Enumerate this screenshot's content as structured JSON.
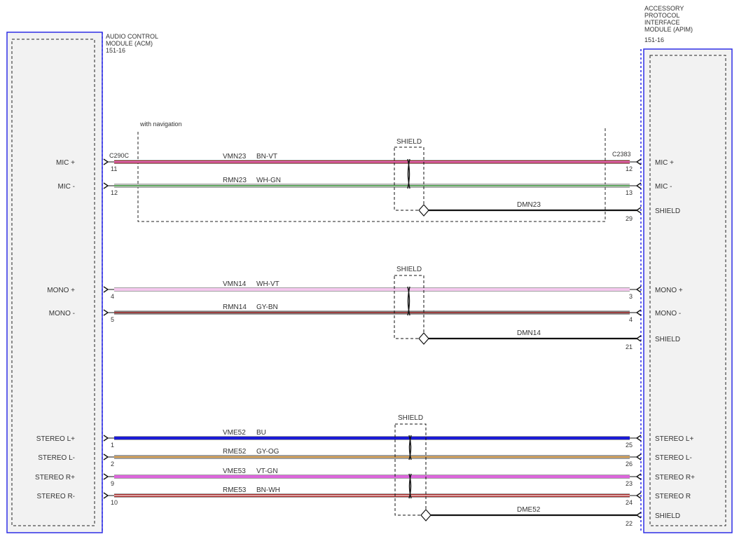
{
  "modules": {
    "left": {
      "lines": [
        "AUDIO CONTROL",
        "MODULE (ACM)",
        "151-16"
      ]
    },
    "right": {
      "lines": [
        "ACCESSORY",
        "PROTOCOL",
        "INTERFACE",
        "MODULE (APIM)",
        "151-16"
      ]
    }
  },
  "connectors": {
    "left": "C290C",
    "right": "C2383"
  },
  "navigation_note": "with navigation",
  "shield_label": "SHIELD",
  "groups": [
    {
      "id": "mic",
      "wires": [
        {
          "left_label": "MIC +",
          "left_pin": "11",
          "circuit": "VMN23",
          "color_code": "BN-VT",
          "right_pin": "12",
          "right_label": "MIC +",
          "colors": [
            "#a52a2a",
            "#ee82ee"
          ]
        },
        {
          "left_label": "MIC -",
          "left_pin": "12",
          "circuit": "RMN23",
          "color_code": "WH-GN",
          "right_pin": "13",
          "right_label": "MIC -",
          "colors": [
            "#cccccc",
            "#3a9a3a"
          ]
        }
      ],
      "drain": {
        "circuit": "DMN23",
        "right_pin": "29",
        "right_label": "SHIELD"
      }
    },
    {
      "id": "mono",
      "wires": [
        {
          "left_label": "MONO +",
          "left_pin": "4",
          "circuit": "VMN14",
          "color_code": "WH-VT",
          "right_pin": "3",
          "right_label": "MONO +",
          "colors": [
            "#f4c8ee",
            "#f4c8ee"
          ]
        },
        {
          "left_label": "MONO -",
          "left_pin": "5",
          "circuit": "RMN14",
          "color_code": "GY-BN",
          "right_pin": "4",
          "right_label": "MONO -",
          "colors": [
            "#808080",
            "#a52a2a"
          ]
        }
      ],
      "drain": {
        "circuit": "DMN14",
        "right_pin": "21",
        "right_label": "SHIELD"
      }
    },
    {
      "id": "stereo",
      "wires": [
        {
          "left_label": "STEREO L+",
          "left_pin": "1",
          "circuit": "VME52",
          "color_code": "BU",
          "right_pin": "25",
          "right_label": "STEREO L+",
          "colors": [
            "#1a1ad6",
            "#1a1ad6"
          ]
        },
        {
          "left_label": "STEREO L-",
          "left_pin": "2",
          "circuit": "RME52",
          "color_code": "GY-OG",
          "right_pin": "26",
          "right_label": "STEREO L-",
          "colors": [
            "#999999",
            "#f0a030"
          ]
        },
        {
          "left_label": "STEREO R+",
          "left_pin": "9",
          "circuit": "VME53",
          "color_code": "VT-GN",
          "right_pin": "23",
          "right_label": "STEREO R+",
          "colors": [
            "#dd66dd",
            "#dd66dd"
          ]
        },
        {
          "left_label": "STEREO R-",
          "left_pin": "10",
          "circuit": "RME53",
          "color_code": "BN-WH",
          "right_pin": "24",
          "right_label": "STEREO R",
          "colors": [
            "#a52a2a",
            "#f0c8c8"
          ]
        }
      ],
      "drain": {
        "circuit": "DME52",
        "right_pin": "22",
        "right_label": "SHIELD"
      }
    }
  ]
}
